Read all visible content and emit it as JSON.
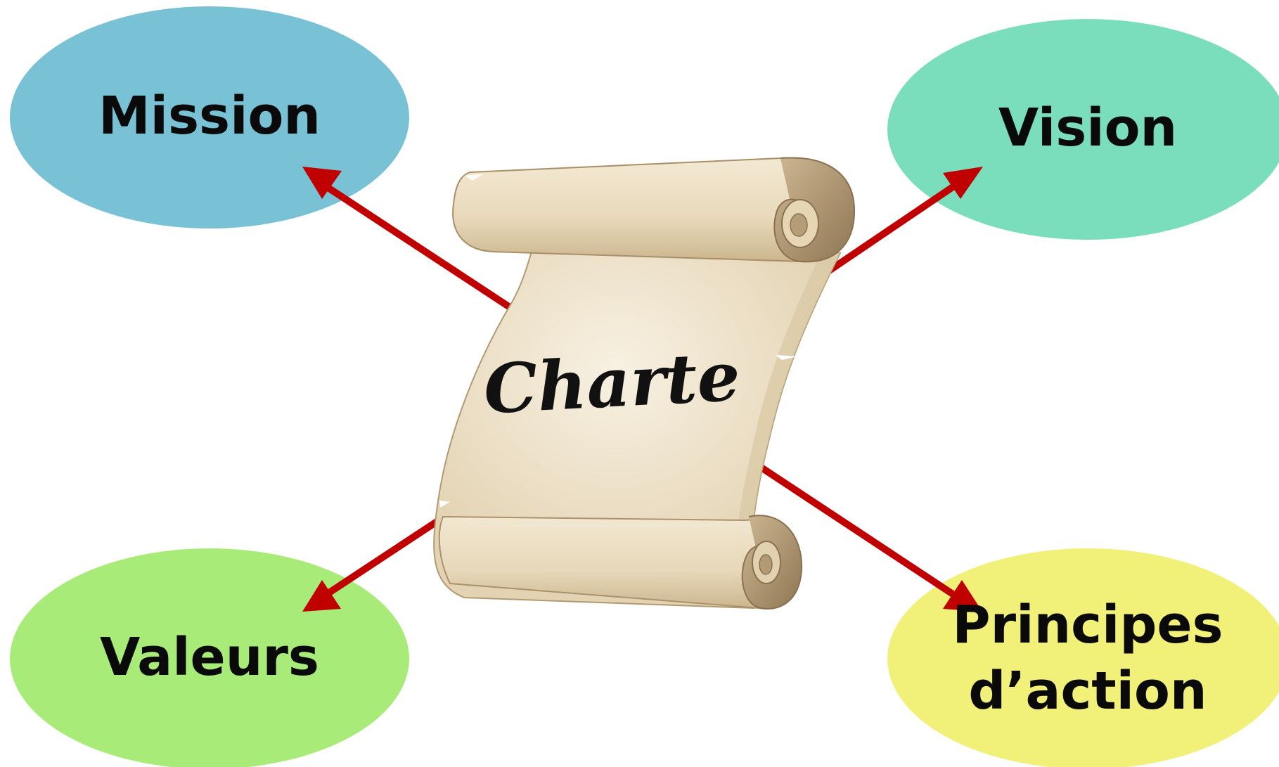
{
  "center": {
    "label": "Charte"
  },
  "nodes": {
    "mission": {
      "label": "Mission",
      "color": "#79c1d5"
    },
    "vision": {
      "label": "Vision",
      "color": "#7addbb"
    },
    "valeurs": {
      "label": "Valeurs",
      "color": "#a9eb78"
    },
    "principes": {
      "line1": "Principes",
      "line2": "d’action",
      "color": "#f1f179"
    }
  },
  "arrow_color": "#c00000",
  "scroll_colors": {
    "paper_light": "#f4ebd8",
    "paper_mid": "#e6d8bb",
    "paper_dark": "#b9a37c",
    "edge": "#a28a63"
  }
}
